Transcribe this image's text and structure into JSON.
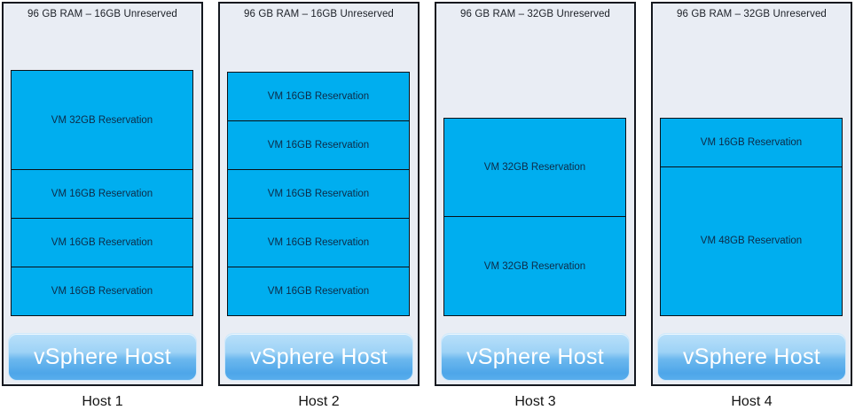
{
  "diagram": {
    "description": "vSphere host memory reservation diagram with four hosts",
    "button_label": "vSphere Host",
    "colors": {
      "vm_box_fill": "#00AEEF",
      "vm_box_border": "#0A1016",
      "vm_text": "#0D2B47",
      "column_fill": "#E9EDF4",
      "column_border": "#14181F",
      "button_gradient_top": "#B9E0FA",
      "button_gradient_bottom": "#4EA6E9",
      "button_text": "#FFFFFF"
    }
  },
  "hosts": [
    {
      "header": "96 GB RAM – 16GB Unreserved",
      "caption": "Host 1",
      "unreserved_gb": 16,
      "total_gb": 96,
      "vms": [
        {
          "label": "VM 32GB Reservation",
          "gb": 32
        },
        {
          "label": "VM 16GB Reservation",
          "gb": 16
        },
        {
          "label": "VM 16GB Reservation",
          "gb": 16
        },
        {
          "label": "VM 16GB Reservation",
          "gb": 16
        }
      ]
    },
    {
      "header": "96 GB RAM – 16GB Unreserved",
      "caption": "Host 2",
      "unreserved_gb": 16,
      "total_gb": 96,
      "vms": [
        {
          "label": "VM 16GB Reservation",
          "gb": 16
        },
        {
          "label": "VM 16GB Reservation",
          "gb": 16
        },
        {
          "label": "VM 16GB Reservation",
          "gb": 16
        },
        {
          "label": "VM 16GB Reservation",
          "gb": 16
        },
        {
          "label": "VM 16GB Reservation",
          "gb": 16
        }
      ]
    },
    {
      "header": "96 GB RAM – 32GB Unreserved",
      "caption": "Host 3",
      "unreserved_gb": 32,
      "total_gb": 96,
      "vms": [
        {
          "label": "VM 32GB Reservation",
          "gb": 32
        },
        {
          "label": "VM 32GB Reservation",
          "gb": 32
        }
      ]
    },
    {
      "header": "96 GB RAM – 32GB Unreserved",
      "caption": "Host 4",
      "unreserved_gb": 32,
      "total_gb": 96,
      "vms": [
        {
          "label": "VM 16GB Reservation",
          "gb": 16
        },
        {
          "label": "VM 48GB Reservation",
          "gb": 48
        }
      ]
    }
  ]
}
